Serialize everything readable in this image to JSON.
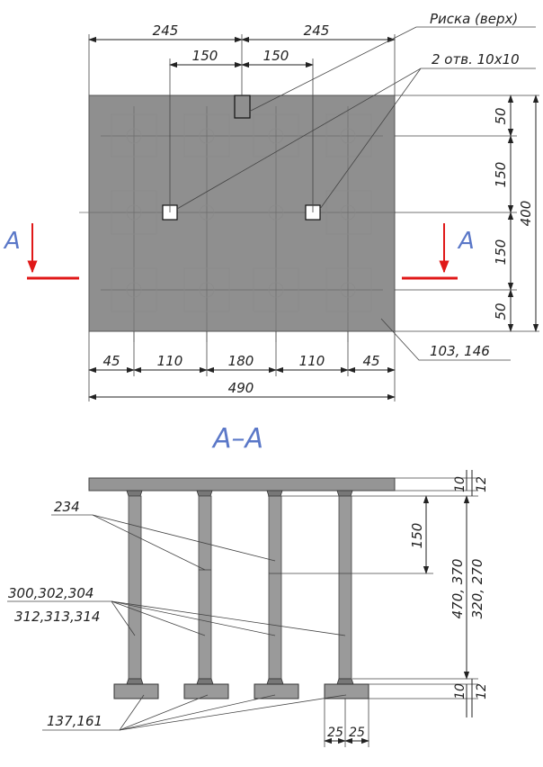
{
  "plan": {
    "top_dims": {
      "left": "245",
      "right": "245",
      "inner_left": "150",
      "inner_right": "150"
    },
    "bottom_dims": {
      "d1": "45",
      "d2": "110",
      "d3": "180",
      "d4": "110",
      "d5": "45",
      "total": "490"
    },
    "right_dims": {
      "d1": "50",
      "d2": "150",
      "d3": "150",
      "d4": "50",
      "total": "400"
    },
    "callouts": {
      "mark": "Риска (верх)",
      "holes": "2 отв. 10х10",
      "plate": "103, 146"
    },
    "section_marker": "А"
  },
  "section": {
    "title": "А–А",
    "right_dims": {
      "top_t1": "10",
      "top_t2": "12",
      "len1": "470, 370",
      "len2": "320, 270",
      "bot_t1": "10",
      "bot_t2": "12",
      "span": "150"
    },
    "labels": {
      "weld": "234",
      "posts_1": "300,302,304",
      "posts_2": "312,313,314",
      "pads": "137,161"
    },
    "bottom_dims": {
      "a": "25",
      "b": "25"
    }
  },
  "colors": {
    "plate": "#8f8f8f",
    "post": "#9a9a9a",
    "marker": "#e01818",
    "section_text": "#5b78c8"
  }
}
